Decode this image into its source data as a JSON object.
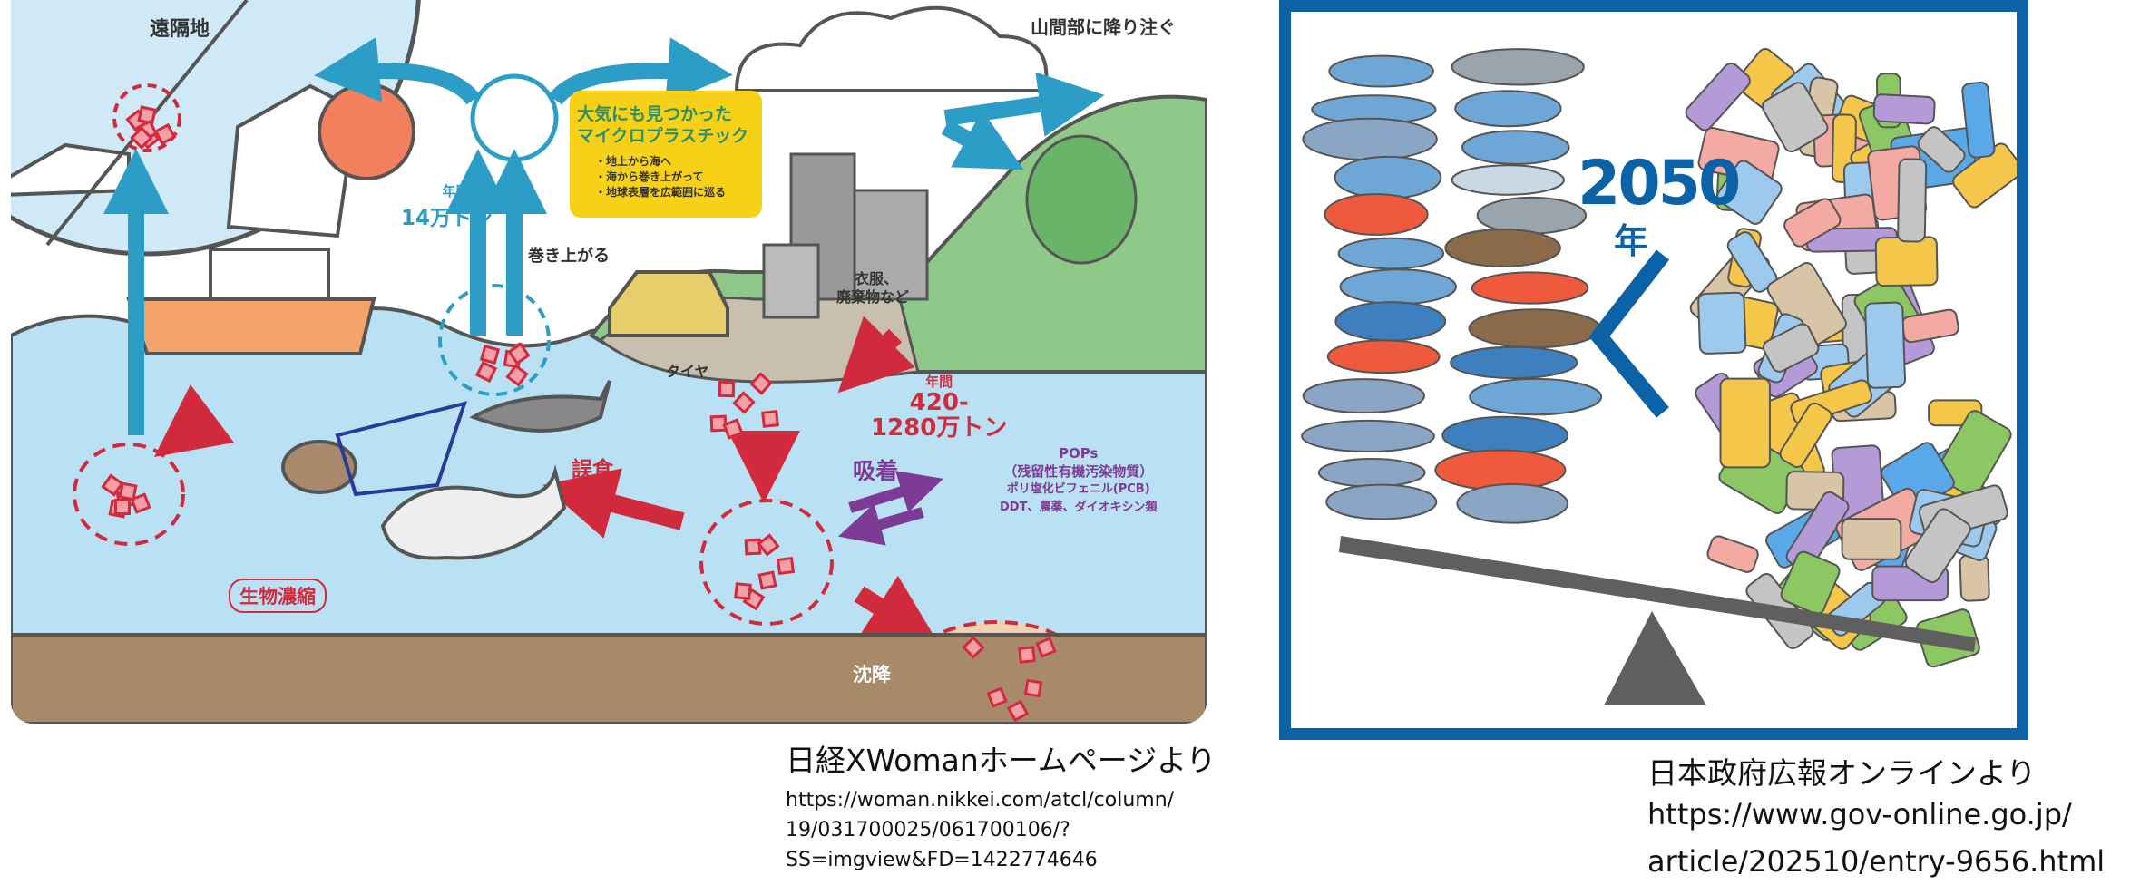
{
  "left_figure": {
    "labels": {
      "remote": "遠隔地",
      "mountain": "山間部に降り注ぐ",
      "annual_air_label": "年間",
      "annual_air_value": "14万トン",
      "rising": "巻き上がる",
      "clothes": "衣服、",
      "waste": "廃棄物など",
      "tires": "タイヤ",
      "annual_sea_label": "年間",
      "annual_sea_value1": "420-",
      "annual_sea_value2": "1280万トン",
      "adsorption": "吸着",
      "misingestion": "誤食",
      "bioconcentration": "生物濃縮",
      "sedimentation": "沈降"
    },
    "yellow_box": {
      "title1": "大気にも見つかった",
      "title2": "マイクロプラスチック",
      "bullets": [
        "・地上から海へ",
        "・海から巻き上がって",
        "・地球表層を広範囲に巡る"
      ]
    },
    "pops": {
      "title": "POPs",
      "subtitle": "（残留性有機汚染物質）",
      "line1": "ポリ塩化ビフェニル(PCB)",
      "line2": "DDT、農薬、ダイオキシン類"
    },
    "caption": {
      "title": "日経XWomanホームページより",
      "url_lines": [
        "https://woman.nikkei.com/atcl/column/",
        "19/031700025/061700106/?",
        "SS=imgview&FD=1422774646"
      ]
    }
  },
  "right_figure": {
    "year": "2050",
    "year_suffix": "年",
    "comparison_symbol": "<",
    "caption": {
      "title": "日本政府広報オンラインより",
      "url_lines": [
        "https://www.gov-online.go.jp/",
        "article/202510/entry-9656.html"
      ]
    }
  },
  "colors": {
    "teal": "#2b9dc6",
    "sea": "#b9e0f3",
    "seabed": "#a88a6a",
    "red": "#d12a3c",
    "purple": "#7d3b96",
    "yellow": "#f7d117",
    "poster_blue": "#0b62a6",
    "beam": "#5f5f5f"
  }
}
